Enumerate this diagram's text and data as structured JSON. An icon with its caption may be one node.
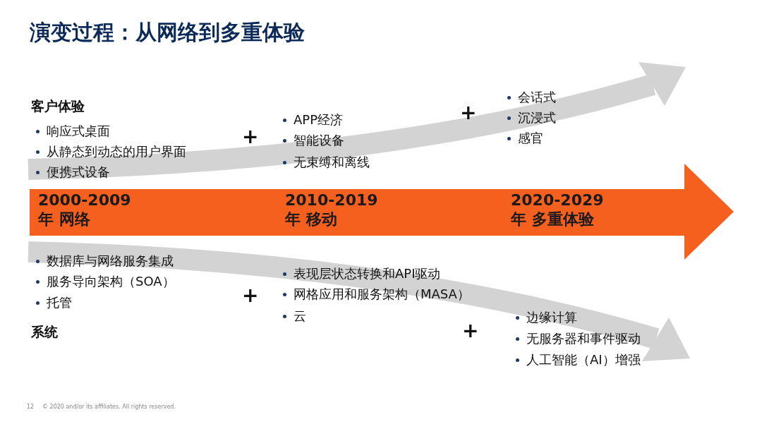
{
  "diagram": {
    "title": "演变过程：从网络到多重体验",
    "nodes": [
      {
        "text": [
          "2000-2009年 网络",
          "2010-2019年 移动",
          "2020-2029年 多重体验"
        ]
      }
    ],
    "labels": [
      "客户体验",
      "响应式桌面",
      "从静态到动态的用户界面",
      "便携式设备",
      "+",
      "APP经济",
      "智能设备",
      "无束缚和离线",
      "+",
      "会话式",
      "沉浸式",
      "感官",
      "数据库与网络服务集成",
      "服务导向架构（SOA）",
      "托管",
      "+",
      "表现层状态转换和API驱动",
      "网格应用和服务架构（MASA）",
      "云",
      "+",
      "边缘计算",
      "无服务器和事件驱动",
      "人工智能（AI）增强",
      "系统",
      "12",
      "© 2020 and/or its affiliates. All rights reserved."
    ]
  }
}
